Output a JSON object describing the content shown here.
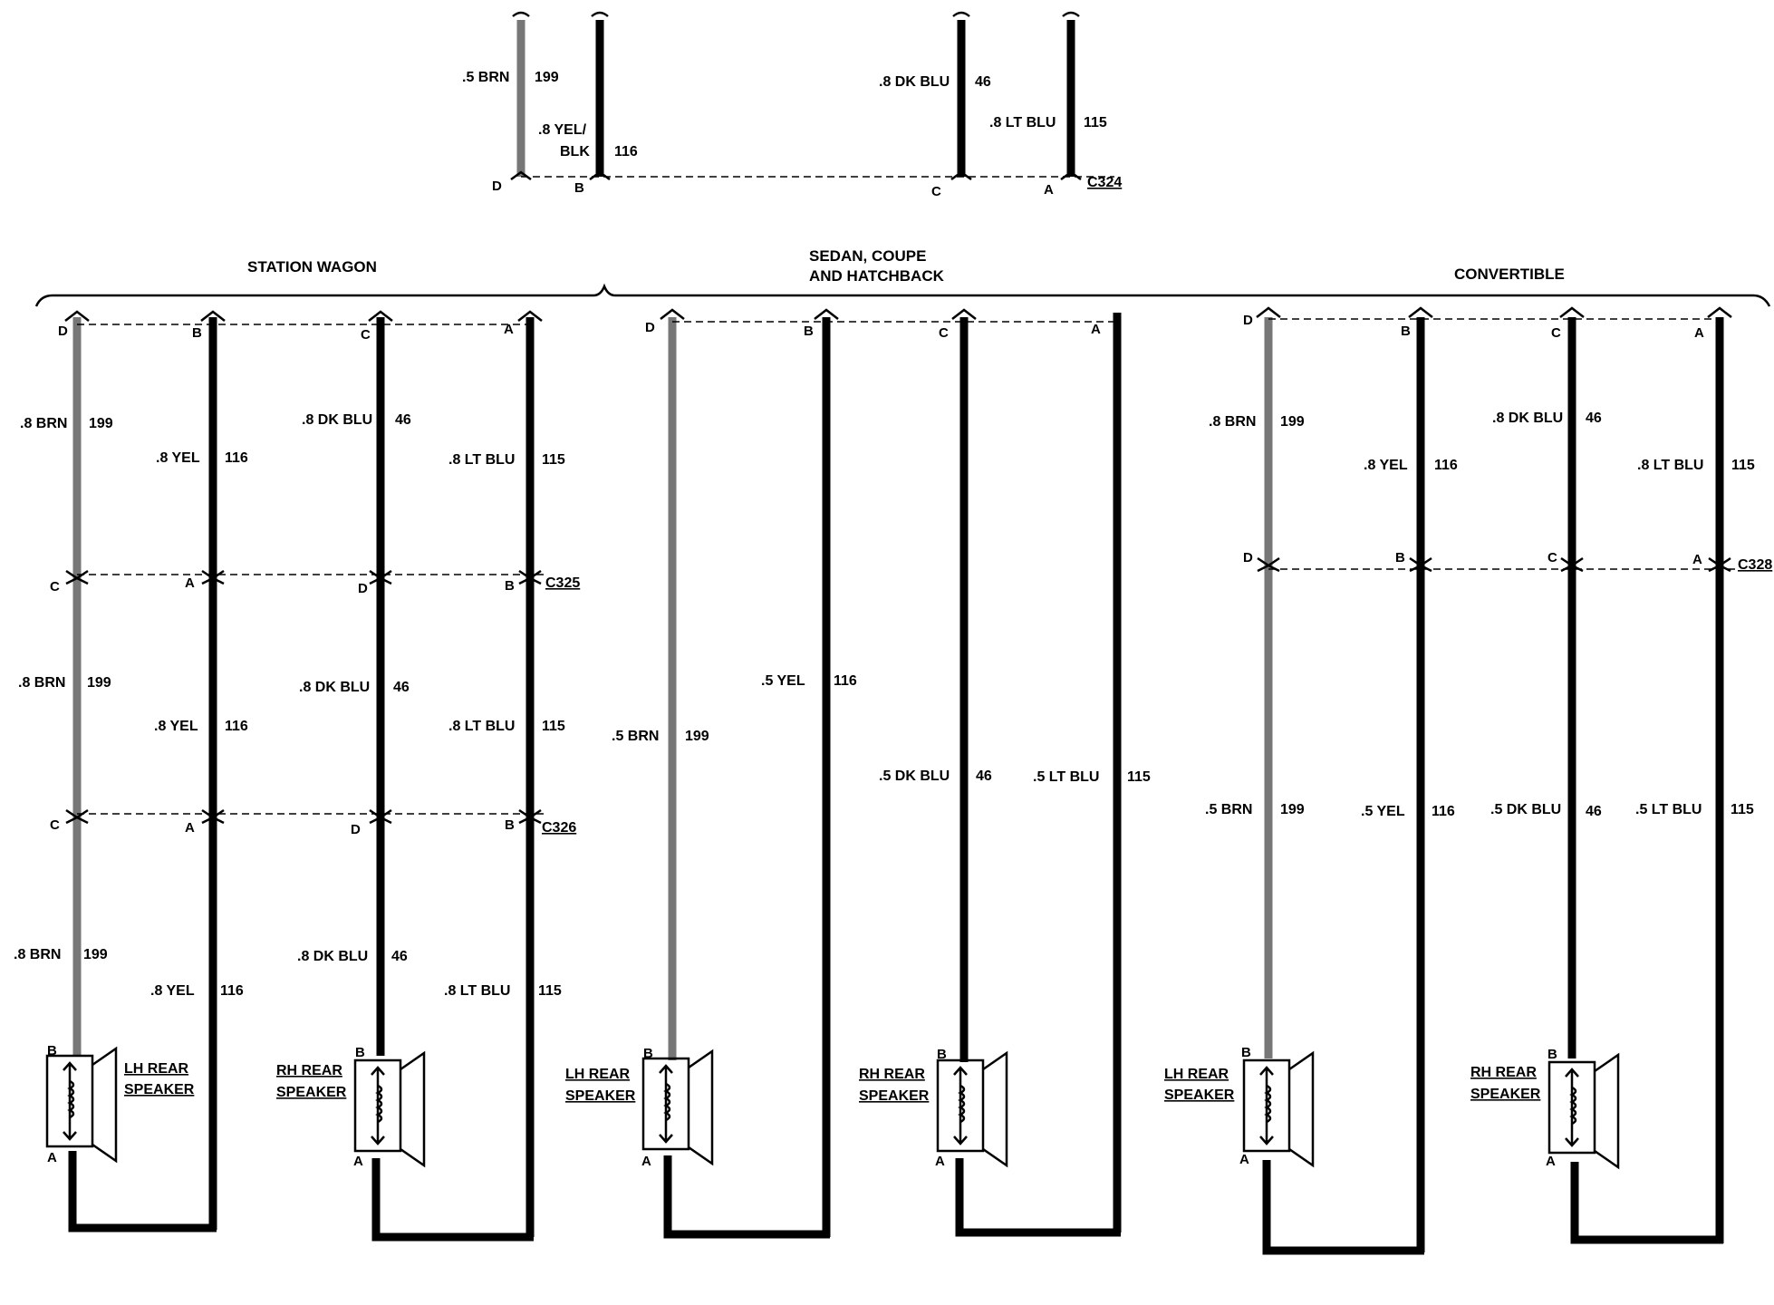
{
  "sections": {
    "station_wagon": "STATION WAGON",
    "sedan_l1": "SEDAN, COUPE",
    "sedan_l2": "AND HATCHBACK",
    "convertible": "CONVERTIBLE"
  },
  "connectors": {
    "c324": "C324",
    "c325": "C325",
    "c326": "C326",
    "c328": "C328"
  },
  "cavities": {
    "a": "A",
    "b": "B",
    "c": "C",
    "d": "D"
  },
  "top": {
    "w1": ".5 BRN",
    "n1": "199",
    "w2a": ".8 YEL/",
    "w2b": "BLK",
    "n2": "116",
    "w3": ".8 DK BLU",
    "n3": "46",
    "w4": ".8 LT BLU",
    "n4": "115"
  },
  "sw": {
    "s1_brn": ".8 BRN",
    "s1_brn_n": "199",
    "s1_yel": ".8 YEL",
    "s1_yel_n": "116",
    "s1_dkblu": ".8 DK BLU",
    "s1_dkblu_n": "46",
    "s1_ltblu": ".8 LT BLU",
    "s1_ltblu_n": "115",
    "s2_brn": ".8 BRN",
    "s2_brn_n": "199",
    "s2_yel": ".8 YEL",
    "s2_yel_n": "116",
    "s2_dkblu": ".8 DK BLU",
    "s2_dkblu_n": "46",
    "s2_ltblu": ".8 LT BLU",
    "s2_ltblu_n": "115",
    "s3_brn": ".8 BRN",
    "s3_brn_n": "199",
    "s3_yel": ".8 YEL",
    "s3_yel_n": "116",
    "s3_dkblu": ".8 DK BLU",
    "s3_dkblu_n": "46",
    "s3_ltblu": ".8 LT BLU",
    "s3_ltblu_n": "115"
  },
  "sedan": {
    "yel": ".5 YEL",
    "yel_n": "116",
    "brn": ".5 BRN",
    "brn_n": "199",
    "dkblu": ".5 DK BLU",
    "dkblu_n": "46",
    "ltblu": ".5 LT BLU",
    "ltblu_n": "115"
  },
  "conv": {
    "s1_brn": ".8 BRN",
    "s1_brn_n": "199",
    "s1_yel": ".8 YEL",
    "s1_yel_n": "116",
    "s1_dkblu": ".8 DK BLU",
    "s1_dkblu_n": "46",
    "s1_ltblu": ".8 LT BLU",
    "s1_ltblu_n": "115",
    "s2_brn": ".5 BRN",
    "s2_brn_n": "199",
    "s2_yel": ".5 YEL",
    "s2_yel_n": "116",
    "s2_dkblu": ".5 DK BLU",
    "s2_dkblu_n": "46",
    "s2_ltblu": ".5 LT BLU",
    "s2_ltblu_n": "115"
  },
  "speakers": {
    "lh_l1": "LH REAR",
    "rh_l1": "RH REAR",
    "l2": "SPEAKER"
  }
}
